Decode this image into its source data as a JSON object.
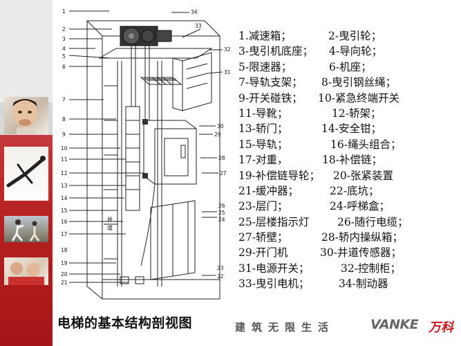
{
  "legend": [
    [
      "1.减速箱；",
      "2-曳引轮；"
    ],
    [
      "3-曳引机底座；",
      "4-导向轮；"
    ],
    [
      "5-限速器；",
      "6-机座；"
    ],
    [
      "7-导轨支架；",
      "8-曳引钢丝绳；"
    ],
    [
      "9-开关碰铁；",
      "10-紧急终端开关"
    ],
    [
      "11-导靴；",
      "12-轿架；"
    ],
    [
      "13-轿门；",
      "14-安全钳；"
    ],
    [
      "15-导轨；",
      "16-绳头组合；"
    ],
    [
      "17-对重，",
      "18-补偿链；"
    ],
    [
      "19-补偿链导轮；",
      "20-张紧装置"
    ],
    [
      "21-缓冲器；",
      "22-底坑；"
    ],
    [
      "23-层门；",
      "24-呼梯盒；"
    ],
    [
      "25-层楼指示灯",
      "26-随行电缆；"
    ],
    [
      "27-轿壁；",
      "28-轿内操纵箱；"
    ],
    [
      "29-开门机",
      "30-井道传感器；"
    ],
    [
      "31-电源开关；",
      "32-控制柜；"
    ],
    [
      "33-曳引电机；",
      "34-制动器"
    ]
  ],
  "legend_second_column_offsets": [
    130,
    131,
    131,
    120,
    115,
    135,
    120,
    133,
    121,
    137,
    132,
    132,
    143,
    120,
    118,
    148,
    145
  ],
  "caption": "电梯的基本结构剖视图",
  "footer": {
    "slogan": "建筑无限生活",
    "brand_latin": "VANKE",
    "brand_cn": "万科"
  },
  "diagram": {
    "left_labels": [
      "1",
      "2",
      "3",
      "4",
      "5",
      "6",
      "7",
      "8",
      "9",
      "10",
      "11",
      "12",
      "13",
      "14",
      "15",
      "16",
      "17",
      "18",
      "19",
      "20",
      "21"
    ],
    "right_labels": [
      "34",
      "33",
      "32",
      "31",
      "30",
      "29",
      "28",
      "27",
      "26",
      "25",
      "24",
      "23",
      "22"
    ],
    "text_marks": [
      "井",
      "道"
    ]
  },
  "colors": {
    "brand_red": "#c8161d",
    "strip_red": "#b72020",
    "line": "#222222"
  }
}
